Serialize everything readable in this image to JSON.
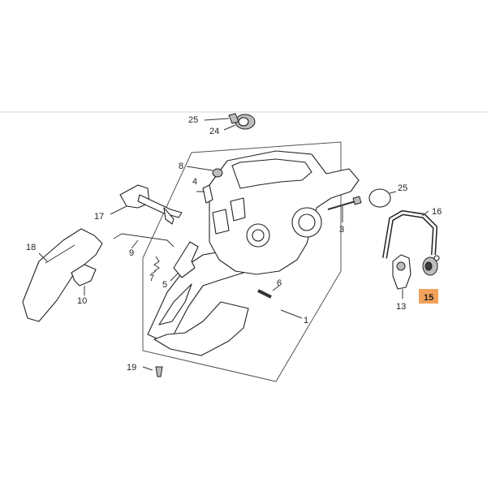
{
  "callouts": {
    "c1": "1",
    "c3": "3",
    "c5": "5",
    "c6": "6",
    "c7": "7",
    "c8": "8",
    "c9": "9",
    "c10": "10",
    "c13": "13",
    "c15": "15",
    "c16": "16",
    "c17": "17",
    "c18": "18",
    "c19": "19",
    "c24": "24",
    "c25a": "25",
    "c25b": "25",
    "c4": "4"
  },
  "highlight": {
    "part_number": "15",
    "color": "#f4a25b"
  }
}
